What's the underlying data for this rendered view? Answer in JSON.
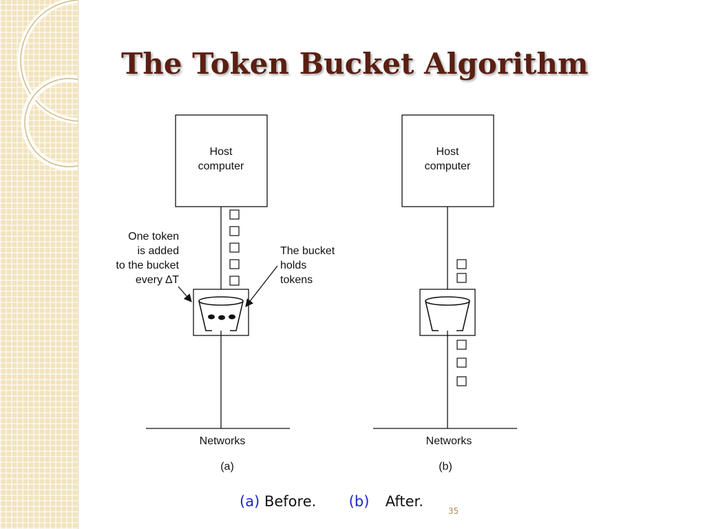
{
  "slide": {
    "title": "The Token Bucket Algorithm",
    "slide_number": "35"
  },
  "diagram": {
    "panel_a": {
      "host_line1": "Host",
      "host_line2": "computer",
      "left_note": [
        "One token",
        "is added",
        "to the bucket",
        "every ∆T"
      ],
      "right_note": [
        "The bucket",
        "holds",
        "tokens"
      ],
      "network_label": "Networks",
      "panel_label": "(a)"
    },
    "panel_b": {
      "host_line1": "Host",
      "host_line2": "computer",
      "network_label": "Networks",
      "panel_label": "(b)"
    }
  },
  "caption": {
    "a_label": "(a)",
    "a_text": "Before.",
    "b_label": "(b)",
    "b_text": "After."
  },
  "colors": {
    "title": "#5a1f12",
    "caption_label": "#1b27c9",
    "sidebar": "#f1e3bd"
  }
}
